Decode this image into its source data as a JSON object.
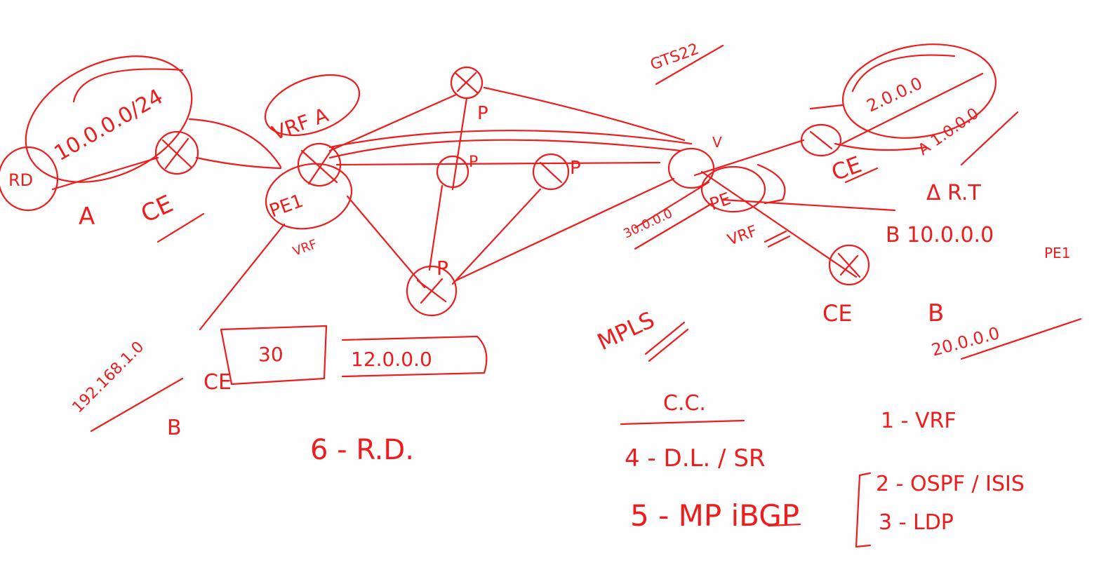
{
  "ink_color": "#ee1c1c",
  "left_site": {
    "rd": "RD",
    "prefix": "10.0.0.0/24",
    "site": "A",
    "ce": "CE"
  },
  "pe1": {
    "vrf_tag": "VRF A",
    "name": "PE1",
    "vrf": "VRF"
  },
  "core": {
    "p_labels": [
      "P",
      "P",
      "P",
      "P"
    ],
    "mpls": "MPLS",
    "top_note": "GTS22"
  },
  "pe2": {
    "v": "V",
    "name": "PE",
    "vrf": "VRF",
    "prefix": "30.0.0.0"
  },
  "right_site": {
    "ce_top": "CE",
    "cloud_prefix": "2.0.0.0",
    "a_prefix": "A 1.0.0.0",
    "rt": "Δ R.T",
    "b_prefix": "B 10.0.0.0",
    "pe_ref": "PE1",
    "ce_bottom": "CE",
    "b": "B",
    "b2_prefix": "20.0.0.0"
  },
  "bottom_left": {
    "ip": "192.168.1.0",
    "ce": "CE",
    "b": "B",
    "box1": "30",
    "box2": "12.0.0.0"
  },
  "steps": {
    "rd": "6 - R.D.",
    "cc": "C.C.",
    "dl": "4 - D.L. / SR",
    "vrf": "1 - VRF",
    "bgp": "5 - MP iBGP",
    "igp": "2 - OSPF / ISIS",
    "ldp": "3 - LDP"
  }
}
